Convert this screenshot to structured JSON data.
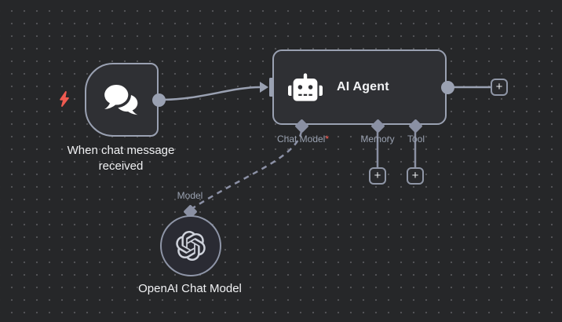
{
  "canvas": {
    "background": "#262729",
    "grid_dot_color": "#525356"
  },
  "colors": {
    "node_fill": "#2f3034",
    "node_border": "#9aa1b2",
    "openai_node_fill": "#2a2b33",
    "connector": "#9aa1b2",
    "dashed_connector": "#8c91a6",
    "muted_label": "#9aa2b1",
    "text_primary": "#f0f1f3",
    "required_asterisk": "#ff5f56",
    "trigger_bolt": "#ee5a50"
  },
  "nodes": {
    "trigger": {
      "label": "When chat message received",
      "icon": "chat-bubbles-icon"
    },
    "agent": {
      "title": "AI Agent",
      "icon": "robot-icon",
      "required_marker": "*",
      "ports": [
        {
          "label": "Chat Model",
          "required": true
        },
        {
          "label": "Memory",
          "required": false
        },
        {
          "label": "Tool",
          "required": false
        }
      ]
    },
    "openai": {
      "label": "OpenAI Chat Model",
      "icon": "openai-icon",
      "port_label": "Model"
    }
  },
  "buttons": {
    "add_memory": "+",
    "add_tool": "+",
    "add_next": "+"
  }
}
